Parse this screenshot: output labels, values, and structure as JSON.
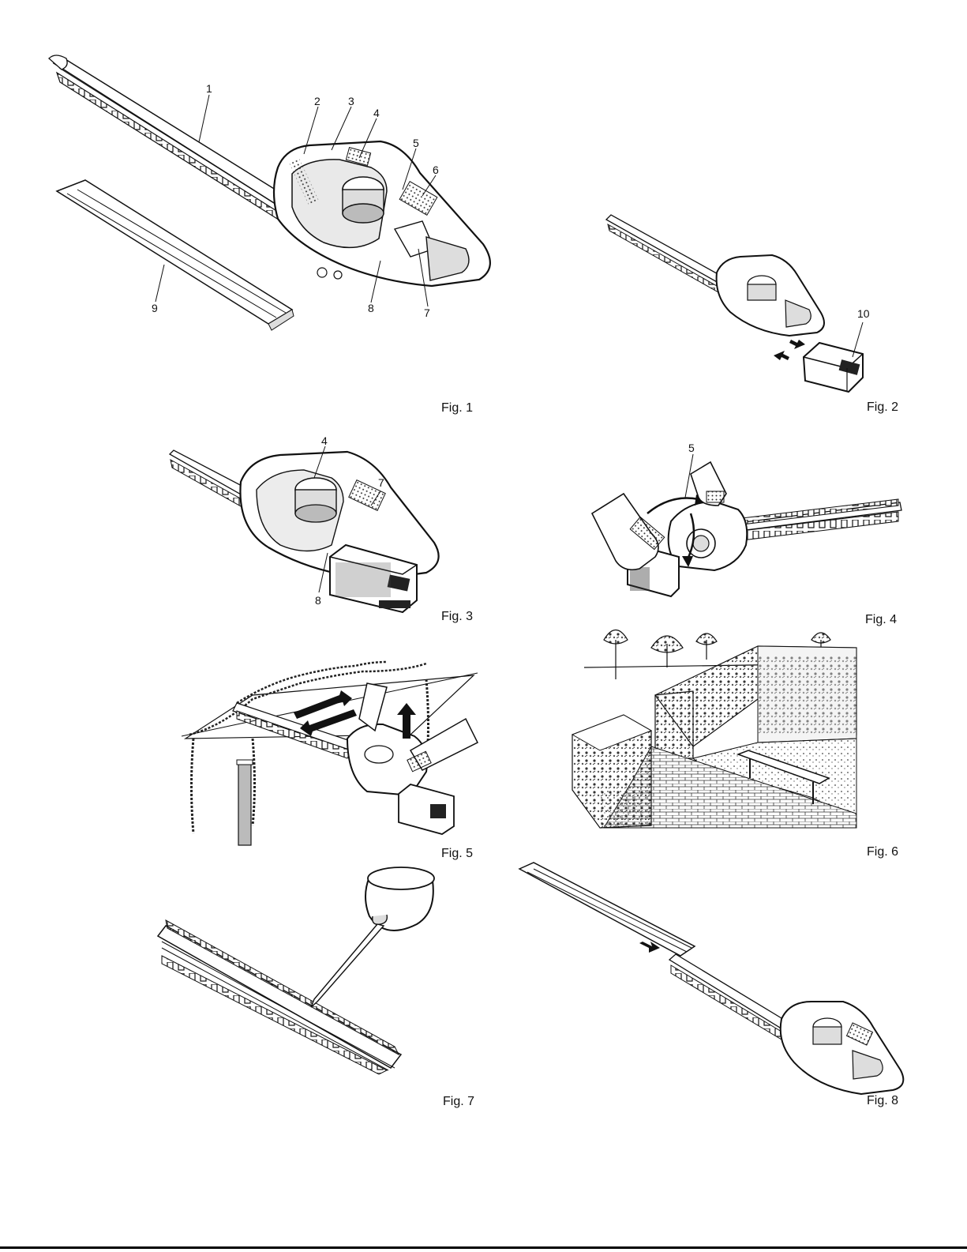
{
  "figures": {
    "fig1": {
      "caption": "Fig. 1",
      "callouts": [
        "1",
        "2",
        "3",
        "4",
        "5",
        "6",
        "7",
        "8",
        "9"
      ]
    },
    "fig2": {
      "caption": "Fig. 2",
      "callouts": [
        "10"
      ]
    },
    "fig3": {
      "caption": "Fig. 3",
      "callouts": [
        "4",
        "7",
        "8"
      ]
    },
    "fig4": {
      "caption": "Fig. 4",
      "callouts": [
        "5"
      ]
    },
    "fig5": {
      "caption": "Fig. 5"
    },
    "fig6": {
      "caption": "Fig. 6"
    },
    "fig7": {
      "caption": "Fig. 7"
    },
    "fig8": {
      "caption": "Fig. 8"
    }
  },
  "colors": {
    "ink": "#111111",
    "shade": "#9a9a9a",
    "light": "#d8d8d8"
  }
}
